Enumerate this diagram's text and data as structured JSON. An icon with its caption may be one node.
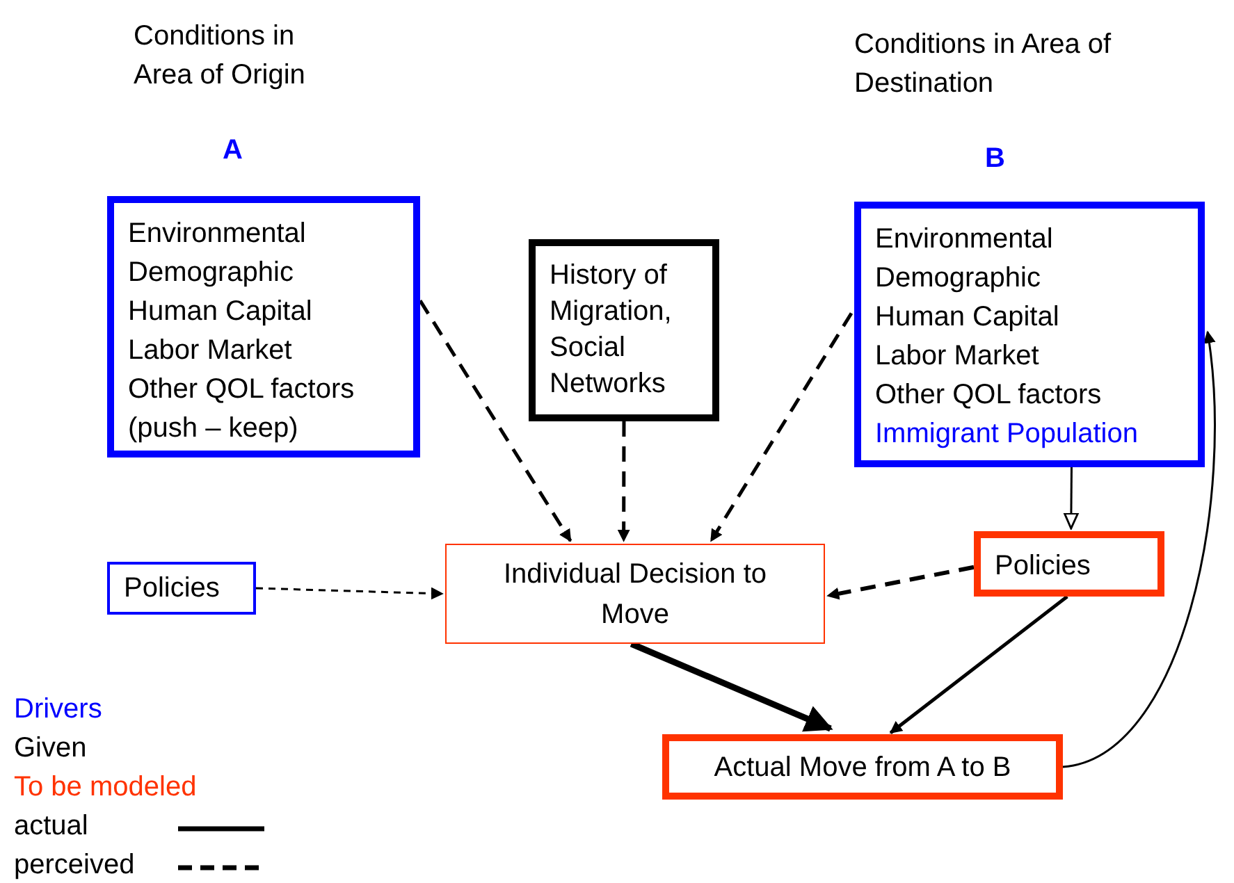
{
  "diagram": {
    "nodes": [
      {
        "text": [
          "Environmental",
          "Demographic",
          "Human Capital",
          "Labor Market",
          "Other QOL factors",
          "(push – keep)"
        ],
        "beside": [
          "Conditions in Area of Origin",
          "A"
        ]
      },
      {
        "text": [
          "History of Migration, Social Networks"
        ]
      },
      {
        "text": [
          "Environmental",
          "Demographic",
          "Human Capital",
          "Labor Market",
          "Other QOL factors",
          "Immigrant Population"
        ],
        "beside": [
          "Conditions in Area of Destination",
          "B"
        ]
      },
      {
        "text": [
          "Policies"
        ]
      },
      {
        "text": [
          "Individual Decision to Move"
        ]
      },
      {
        "text": [
          "Policies"
        ]
      },
      {
        "text": [
          "Actual Move from A to B"
        ]
      }
    ],
    "edges": [
      {
        "from": 0,
        "to": 4,
        "arrow": "to",
        "style": "dashed"
      },
      {
        "from": 1,
        "to": 4,
        "arrow": "to",
        "style": "dashed"
      },
      {
        "from": 2,
        "to": 4,
        "arrow": "to",
        "style": "dashed"
      },
      {
        "from": 3,
        "to": 4,
        "arrow": "to",
        "style": "dashed"
      },
      {
        "from": 2,
        "to": 5,
        "arrow": "to"
      },
      {
        "from": 5,
        "to": 4,
        "arrow": "to",
        "style": "dashed"
      },
      {
        "from": 4,
        "to": 6,
        "arrow": "to",
        "style": "thick"
      },
      {
        "from": 5,
        "to": 6,
        "arrow": "to"
      },
      {
        "from": 6,
        "to": 2,
        "arrow": "to"
      }
    ],
    "legend": [
      {
        "text": "Drivers",
        "color": "#0000ff"
      },
      {
        "text": "Given",
        "color": "#000000"
      },
      {
        "text": "To be modeled",
        "color": "#ff3300"
      },
      {
        "text": "actual"
      },
      {
        "text": "perceived"
      }
    ]
  }
}
